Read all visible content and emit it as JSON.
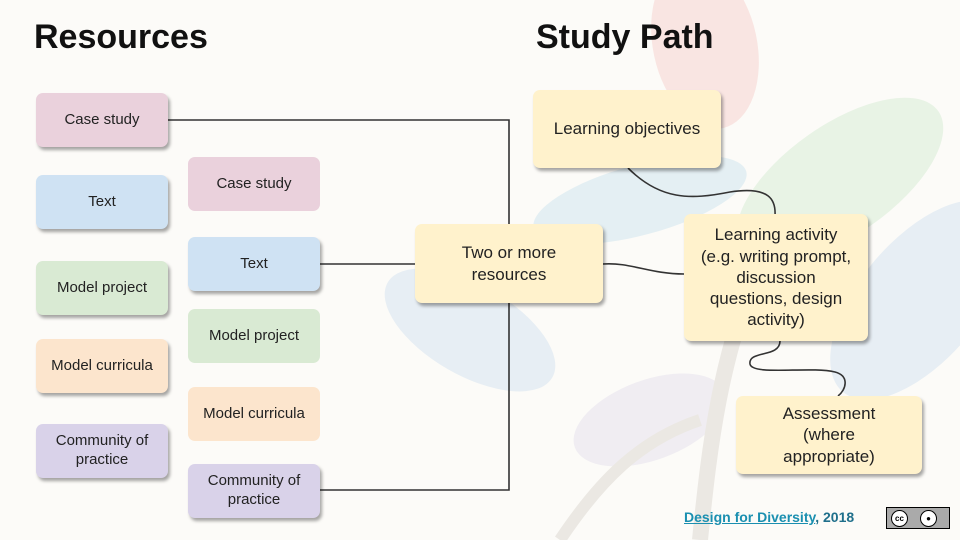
{
  "headings": {
    "resources": "Resources",
    "study_path": "Study Path"
  },
  "left_column": [
    "Case study",
    "Text",
    "Model project",
    "Model curricula",
    "Community of practice"
  ],
  "middle_column": [
    "Case study",
    "Text",
    "Model project",
    "Model curricula",
    "Community of practice"
  ],
  "hub": "Two or more resources",
  "study_path": {
    "objectives": "Learning objectives",
    "activity": "Learning activity (e.g. writing prompt, discussion questions, design activity)",
    "assessment": "Assessment (where appropriate)"
  },
  "credit": {
    "link": "Design for Diversity",
    "year": ", 2018"
  },
  "license_icons": [
    "cc-icon",
    "by-icon"
  ],
  "colors": {
    "pink": "#ead1dc",
    "blue": "#cfe2f3",
    "green": "#d9ead3",
    "orange": "#fce5cd",
    "purple": "#d9d2e9",
    "yellow": "#fff2cc",
    "link": "#1a8fb0"
  }
}
